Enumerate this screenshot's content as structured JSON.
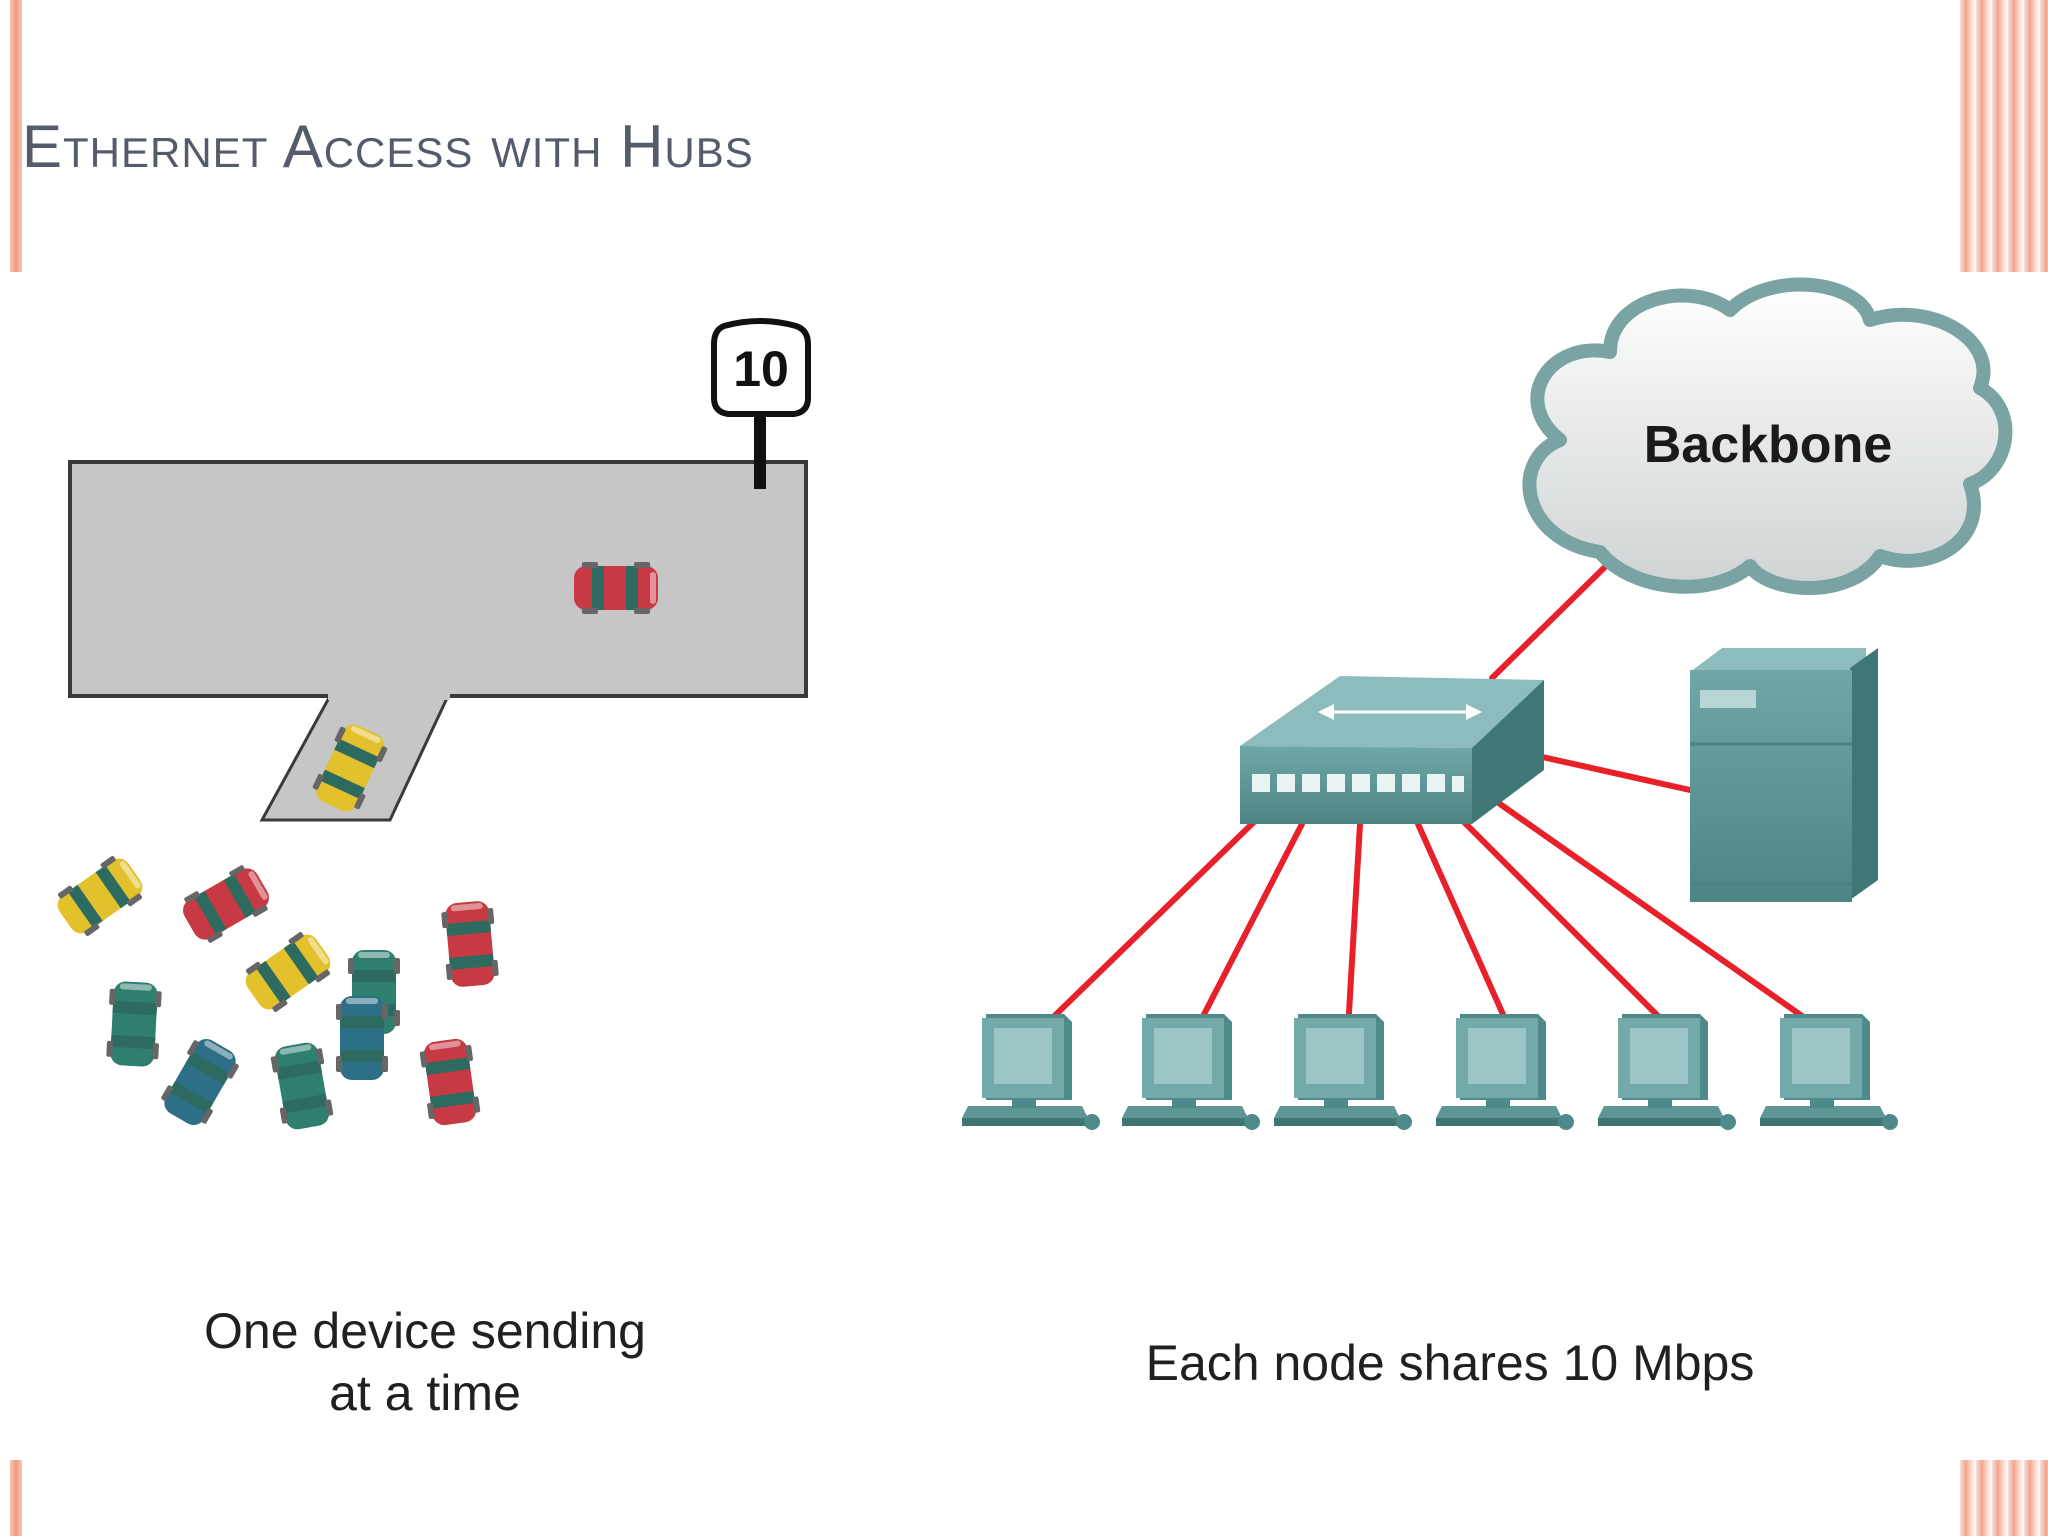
{
  "slide": {
    "title": "Ethernet Access with Hubs"
  },
  "left_diagram": {
    "speed_sign": "10",
    "caption_line1": "One device sending",
    "caption_line2": "at a time"
  },
  "right_diagram": {
    "cloud_label": "Backbone",
    "caption": "Each node shares 10 Mbps"
  },
  "colors": {
    "title": "#545b6a",
    "road": "#c6c6c6",
    "link": "#e8202a",
    "device_teal": "#5f9697",
    "accent_bar": "#f2a68d",
    "car_red": "#c73a44",
    "car_yellow": "#e2c12c",
    "car_green": "#2f7f6e",
    "car_blue": "#2c6f86"
  }
}
